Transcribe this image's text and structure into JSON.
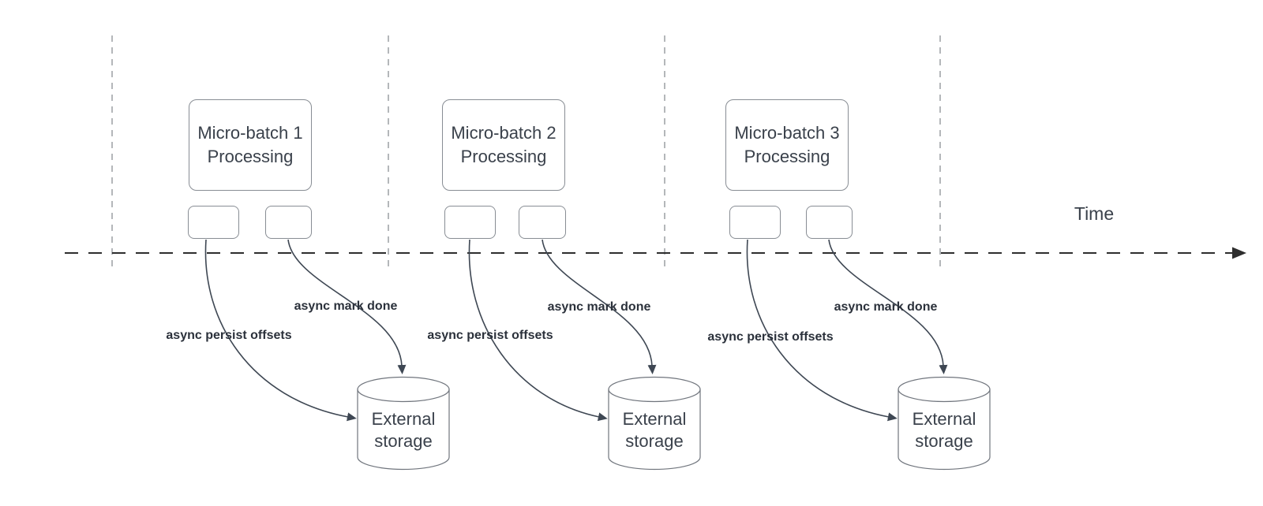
{
  "diagram": {
    "time_label": "Time",
    "groups": [
      {
        "box_label": "Micro-batch 1\nProcessing",
        "persist_label": "async persist offsets",
        "mark_done_label": "async mark done",
        "storage_label": "External\nstorage"
      },
      {
        "box_label": "Micro-batch 2\nProcessing",
        "persist_label": "async persist offsets",
        "mark_done_label": "async mark done",
        "storage_label": "External\nstorage"
      },
      {
        "box_label": "Micro-batch 3\nProcessing",
        "persist_label": "async persist offsets",
        "mark_done_label": "async mark done",
        "storage_label": "External\nstorage"
      }
    ],
    "colors": {
      "background": "#ffffff",
      "timeline": "#2e2e2e",
      "guide_line": "#b4b7ba",
      "connector": "#3e4753",
      "shape_border": "#888d94",
      "storage_border": "#70757d",
      "text": "#3a414b",
      "annotation_text": "#2b313b"
    }
  }
}
